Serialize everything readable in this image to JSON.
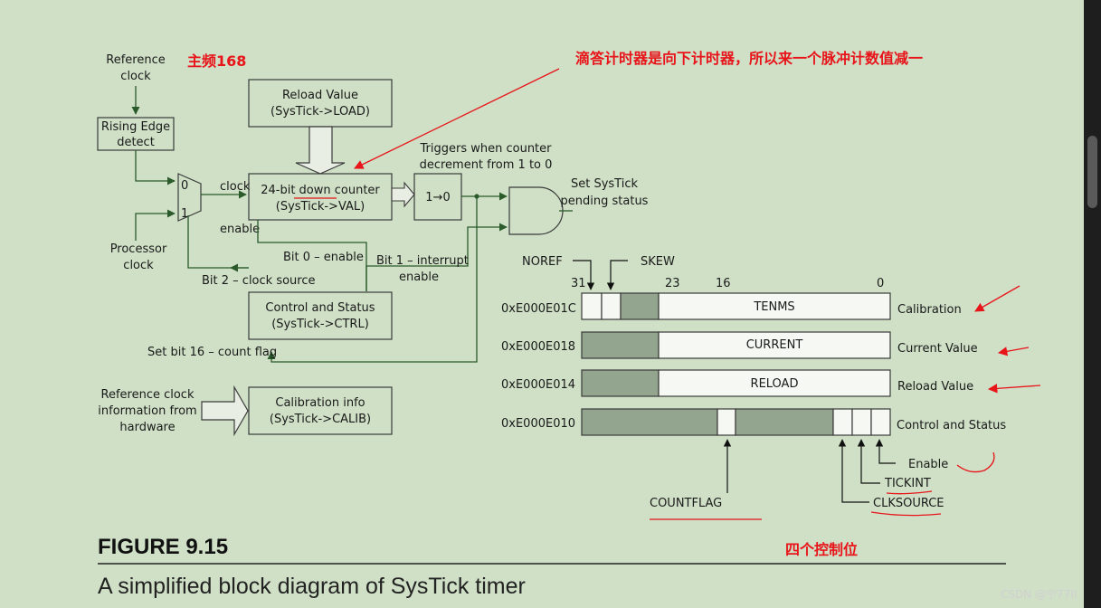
{
  "diagram": {
    "reference_clock": [
      "Reference",
      "clock"
    ],
    "rising_edge": [
      "Rising Edge",
      "detect"
    ],
    "processor_clock": [
      "Processor",
      "clock"
    ],
    "mux_input_0": "0",
    "mux_input_1": "1",
    "clock_label": "clock",
    "enable_label": "enable",
    "reload_box": [
      "Reload Value",
      "(SysTick->LOAD)"
    ],
    "counter_box_prefix": "24-bit ",
    "counter_box_down": "down",
    "counter_box_suffix": " counter",
    "counter_box_line2": "(SysTick->VAL)",
    "transition_box": "1→0",
    "triggers_note": [
      "Triggers when counter",
      "decrement from 1 to 0"
    ],
    "set_systick": [
      "Set SysTick",
      "pending status"
    ],
    "bit0_label": "Bit 0 – enable",
    "bit1_label": [
      "Bit 1 – interrupt",
      "enable"
    ],
    "bit2_label": "Bit 2 – clock source",
    "control_box": [
      "Control and Status",
      "(SysTick->CTRL)"
    ],
    "count_flag_label": "Set bit 16 – count flag",
    "ref_clock_info": [
      "Reference clock",
      "information from",
      "hardware"
    ],
    "calib_box": [
      "Calibration info",
      "(SysTick->CALIB)"
    ]
  },
  "registers": {
    "noref": "NOREF",
    "skew": "SKEW",
    "bit_labels": [
      "31",
      "23",
      "16",
      "0"
    ],
    "rows": [
      {
        "address": "0xE000E01C",
        "field": "TENMS",
        "name": "Calibration"
      },
      {
        "address": "0xE000E018",
        "field": "CURRENT",
        "name": "Current Value"
      },
      {
        "address": "0xE000E014",
        "field": "RELOAD",
        "name": "Reload Value"
      },
      {
        "address": "0xE000E010",
        "field": "",
        "name": "Control and Status"
      }
    ],
    "enable": "Enable",
    "tickint": "TICKINT",
    "clksource": "CLKSOURCE",
    "countflag": "COUNTFLAG"
  },
  "annotations": {
    "main_freq": "主频168",
    "down_counter_note": "滴答计时器是向下计时器，所以来一个脉冲计数值减一",
    "four_controls": "四个控制位",
    "color": "#e8141a"
  },
  "figure": {
    "number": "FIGURE 9.15",
    "caption": "A simplified block diagram of SysTick timer"
  },
  "watermark": "CSDN @宁77II"
}
